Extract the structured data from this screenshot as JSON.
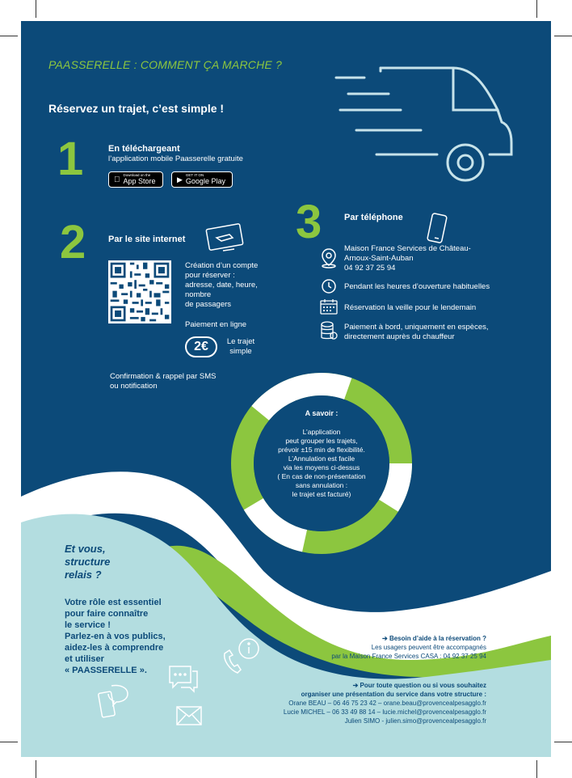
{
  "header": {
    "title": "PAASSERELLE  : COMMENT ÇA MARCHE ?",
    "subtitle": "Réservez un trajet, c’est simple !"
  },
  "step1": {
    "number": "1",
    "title": "En téléchargeant",
    "text": "l’application mobile Paasserelle gratuite",
    "appstore_small": "Download on the",
    "appstore_big": "App Store",
    "googleplay_small": "GET IT ON",
    "googleplay_big": "Google Play"
  },
  "step2": {
    "number": "2",
    "title": "Par le site internet",
    "text_lines": [
      "Création d’un compte",
      "pour réserver :",
      "adresse, date, heure,",
      "nombre",
      "de passagers"
    ],
    "payment_label": "Paiement en ligne",
    "price": "2€",
    "price_note_1": "Le trajet",
    "price_note_2": "simple",
    "confirmation_1": "Confirmation & rappel par SMS",
    "confirmation_2": "ou notification"
  },
  "step3": {
    "number": "3",
    "title": "Par téléphone",
    "address_1": "Maison France Services de Château-",
    "address_2": "Arnoux-Saint-Auban",
    "phone": "04 92 37 25 94",
    "hours": "Pendant les heures d’ouverture habituelles",
    "booking": "Réservation la veille pour le lendemain",
    "payment_1": "Paiement à bord, uniquement en espèces,",
    "payment_2": "directement auprès du  chauffeur"
  },
  "savoir": {
    "title": "A savoir :",
    "lines": [
      "L’application",
      "peut grouper les trajets,",
      "prévoir ±15 min de flexibilité.",
      "L’Annulation est facile",
      "via les moyens ci-dessus",
      "( En cas de non-présentation",
      "sans annulation :",
      "le trajet est facturé)"
    ]
  },
  "relais": {
    "title_1": "Et vous,",
    "title_2": "structure",
    "title_3": "relais ?",
    "text_lines": [
      "Votre rôle est essentiel",
      "pour faire connaître",
      "le service !",
      "Parlez-en à vos publics,",
      "aidez-les à comprendre",
      "et utiliser",
      "« PAASSERELLE »."
    ]
  },
  "help": {
    "heading": "➔ Besoin d’aide à la réservation ?",
    "line1": "Les usagers peuvent être accompagnés",
    "line2": "par la Maison France Services CASA : 04 92 37 25 94"
  },
  "questions": {
    "heading_1": "➔ Pour toute question ou si vous souhaitez",
    "heading_2": "organiser une présentation du service dans votre structure :",
    "contact1": "Orane BEAU – 06 46 75 23 42 – orane.beau@provencealpesagglo.fr",
    "contact2": "Lucie MICHEL – 06 33 49 88 14 – lucie.michel@provencealpesagglo.fr",
    "contact3": "Julien SIMO - julien.simo@provencealpesagglo.fr"
  },
  "colors": {
    "navy": "#0c4a79",
    "green": "#8cc63f",
    "light": "#b3dde0",
    "white": "#ffffff"
  }
}
